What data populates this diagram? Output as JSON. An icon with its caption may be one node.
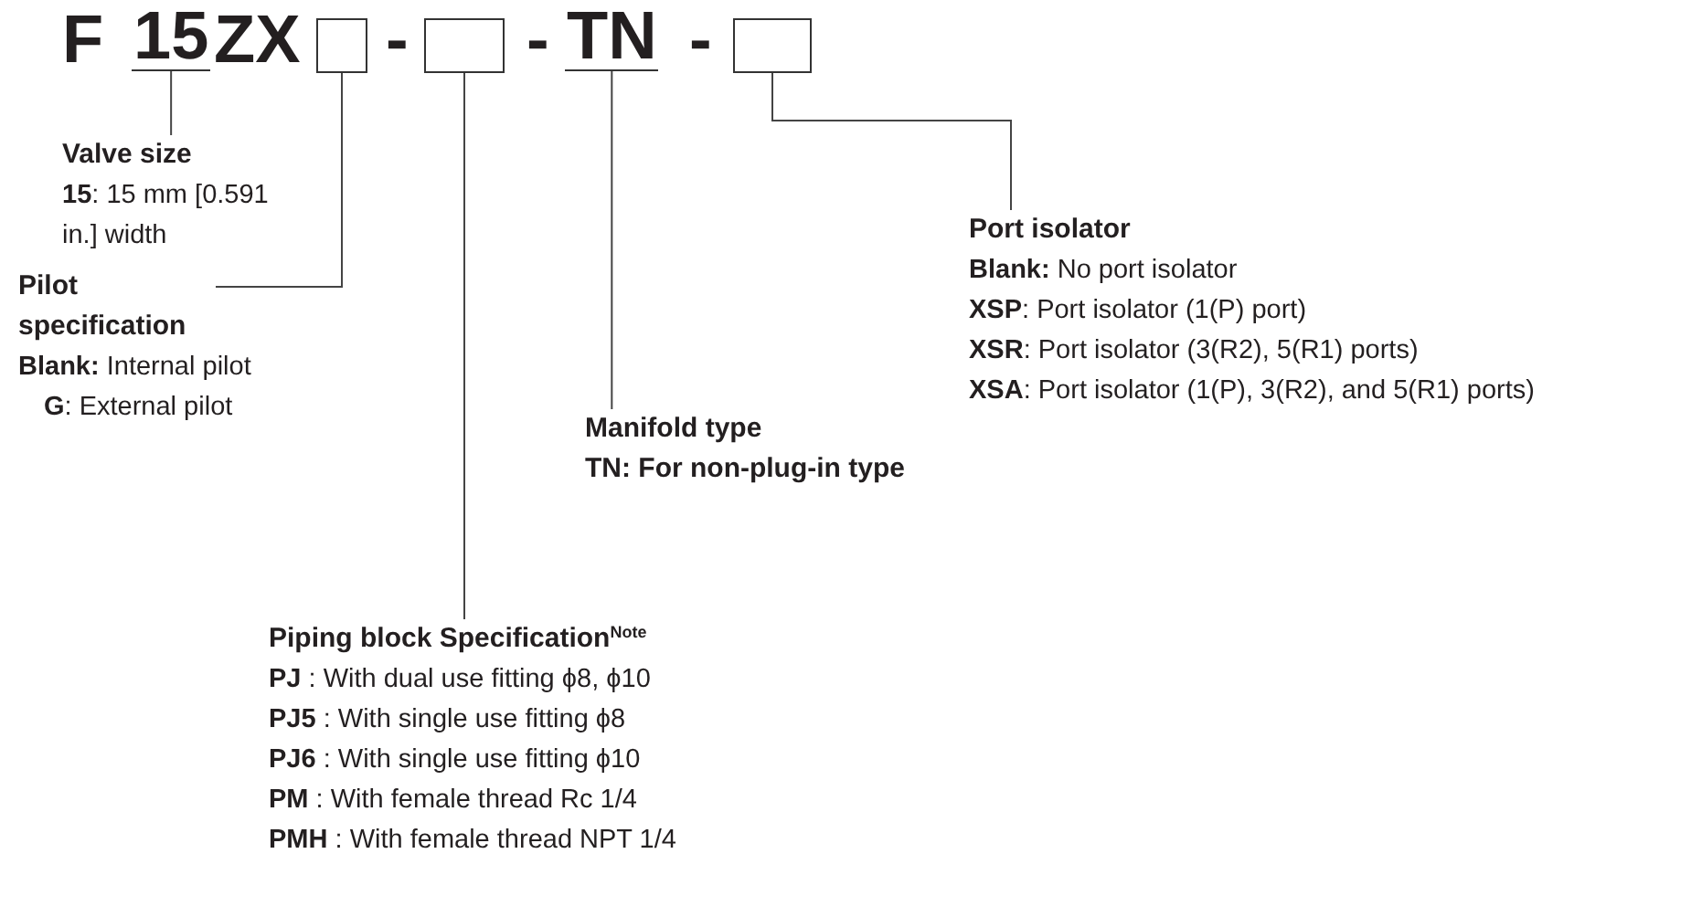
{
  "diagram": {
    "nodes": [
      {
        "text": [
          "15"
        ]
      },
      {
        "text": [],
        "shape": "box"
      },
      {
        "text": [],
        "shape": "box"
      },
      {
        "text": [
          "TN"
        ]
      },
      {
        "text": [],
        "shape": "box"
      },
      {
        "text": [
          "Valve size",
          "**15**: 15 mm [0.591 in.] width"
        ]
      },
      {
        "text": [
          "Pilot specification",
          "**Blank:** Internal pilot",
          "**G**: External pilot"
        ]
      },
      {
        "text": [
          "Manifold type",
          "TN: For non-plug-in type"
        ]
      },
      {
        "text": [
          "Piping block Specification$^{Note}$",
          "**PJ** : With dual use fitting ϕ8, ϕ10",
          "**PJ5** : With single use fitting ϕ8",
          "**PJ6** : With single use fitting ϕ10",
          "**PM** : With female thread Rc 1/4",
          "**PMH** : With female thread NPT 1/4"
        ]
      },
      {
        "text": [
          "Port isolator",
          "**Blank:** No port isolator",
          "**XSP**: Port isolator (1(P) port)",
          "**XSR**: Port isolator (3(R2), 5(R1) ports)",
          "**XSA**: Port isolator (1(P), 3(R2), and 5(R1) ports)"
        ]
      }
    ],
    "edges": [
      {
        "from": 0,
        "to": 5,
        "arrow": "none"
      },
      {
        "from": 1,
        "to": 6,
        "arrow": "none"
      },
      {
        "from": 2,
        "to": 8,
        "arrow": "none"
      },
      {
        "from": 3,
        "to": 7,
        "arrow": "none"
      },
      {
        "from": 4,
        "to": 9,
        "arrow": "none"
      }
    ],
    "labels": [
      "F",
      "ZX",
      "-",
      "-",
      "-"
    ]
  }
}
